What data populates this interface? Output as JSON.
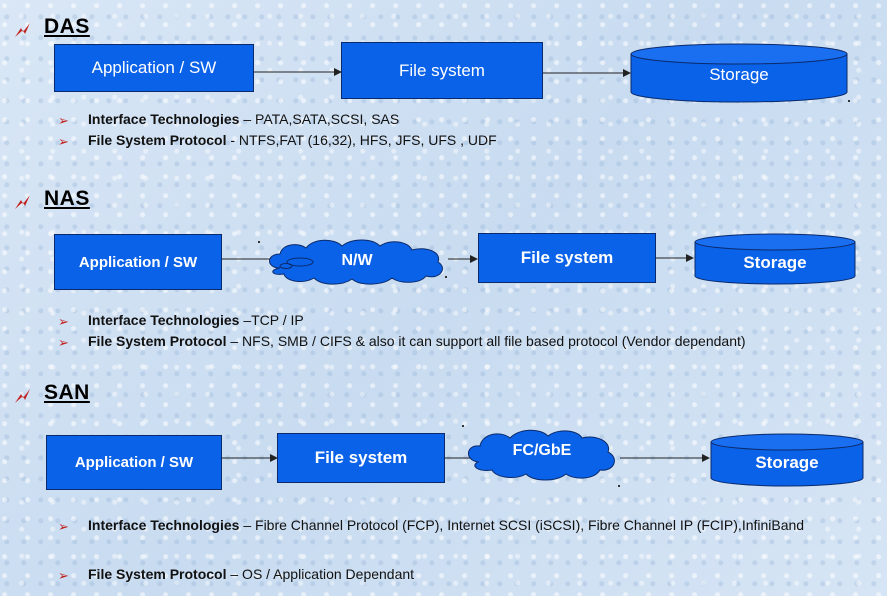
{
  "das": {
    "heading": "DAS",
    "app_label": "Application / SW",
    "fs_label": "File system",
    "storage_label": "Storage",
    "bullets": [
      {
        "title": "Interface Technologies",
        "text": " – PATA,SATA,SCSI, SAS"
      },
      {
        "title": "File System Protocol",
        "text": " - NTFS,FAT (16,32), HFS, JFS, UFS , UDF"
      }
    ]
  },
  "nas": {
    "heading": "NAS",
    "app_label": "Application / SW",
    "network_label": "N/W",
    "fs_label": "File system",
    "storage_label": "Storage",
    "bullets": [
      {
        "title": "Interface Technologies",
        "text": " –TCP / IP"
      },
      {
        "title": "File System Protocol",
        "text": " – NFS, SMB / CIFS & also it can support all file based protocol (Vendor dependant)"
      }
    ]
  },
  "san": {
    "heading": "SAN",
    "app_label": "Application / SW",
    "fs_label": "File system",
    "network_label": "FC/GbE",
    "storage_label": "Storage",
    "bullets": [
      {
        "title": "Interface Technologies",
        "text": " – Fibre Channel Protocol (FCP), Internet SCSI (iSCSI), Fibre Channel IP (FCIP),InfiniBand"
      },
      {
        "title": "File System Protocol",
        "text": " – OS / Application Dependant"
      }
    ]
  },
  "colors": {
    "box_fill": "#0a62e8",
    "cyl_top": "#1a6ef0",
    "bullet_marker": "#c0211f",
    "lightning": "#c0211f"
  },
  "icons": {
    "section_marker": "lightning-icon",
    "bullet_marker": "arrow-bullet-icon"
  }
}
